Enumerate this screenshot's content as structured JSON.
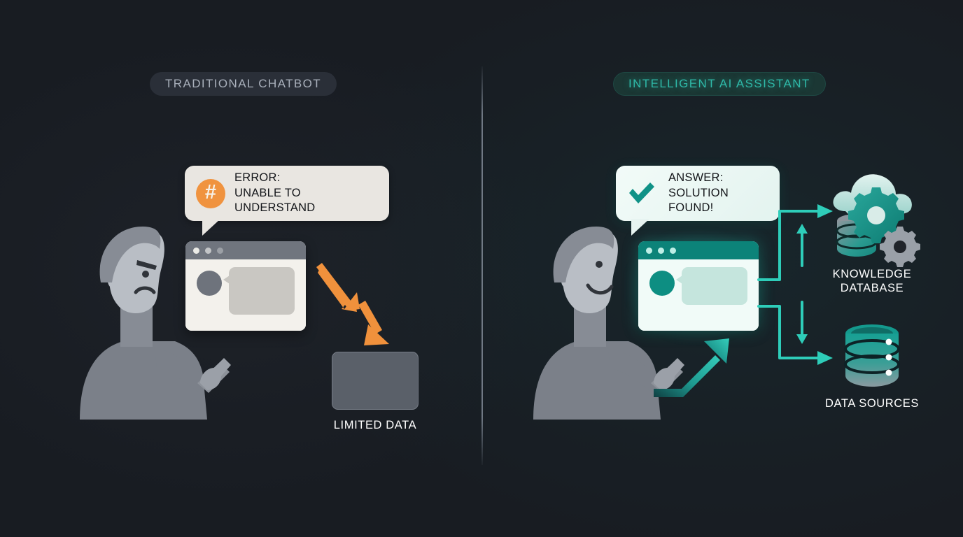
{
  "page": {
    "background_color": "#181c22",
    "divider_color": "#a5afbe"
  },
  "left_panel": {
    "header_pill": {
      "label": "TRADITIONAL CHATBOT",
      "background_color": "#2a2f38",
      "text_color": "#a9b0bb"
    },
    "speech_bubble": {
      "icon": "hash-icon",
      "icon_color": "#f0933f",
      "line1": "ERROR:",
      "line2": "UNABLE TO UNDERSTAND",
      "background_color": "#e9e6e1"
    },
    "person": {
      "name": "frustrated-user",
      "expression": "frowning",
      "color": "#7e838c"
    },
    "window": {
      "name": "chatbot-window",
      "titlebar_color": "#70757e",
      "body_color": "#f3f1ec",
      "dots": [
        "#ebebe6",
        "#c3c5c7",
        "#9ca0a6"
      ]
    },
    "arrow": {
      "name": "declining-arrow",
      "direction": "down",
      "color": "#f0913c"
    },
    "data_block": {
      "label": "LIMITED DATA",
      "fill_color": "#5a6069",
      "border_color": "#767c86"
    }
  },
  "right_panel": {
    "header_pill": {
      "label": "INTELLIGENT AI ASSISTANT",
      "background_color": "#1b3734",
      "text_color": "#2fb9a8"
    },
    "speech_bubble": {
      "icon": "check-icon",
      "icon_color": "#109287",
      "line1": "ANSWER:",
      "line2": "SOLUTION FOUND!",
      "background_color": "#eef8f5"
    },
    "person": {
      "name": "satisfied-user",
      "expression": "smiling",
      "color": "#7e838c"
    },
    "window": {
      "name": "ai-assistant-window",
      "titlebar_color": "#0c8379",
      "body_color": "#f1fbf8",
      "glow_color": "#28d2be",
      "dots": [
        "#bdeee6",
        "#bdeee6",
        "#bdeee6"
      ]
    },
    "arrow": {
      "name": "growth-arrow",
      "direction": "up",
      "color": "#2bbfae"
    },
    "connectors": {
      "color": "#2ecdb9",
      "description": "bracketed data flow paths with arrowheads"
    },
    "nodes": [
      {
        "name": "knowledge-database",
        "label_line1": "KNOWLEDGE",
        "label_line2": "DATABASE",
        "icon": "cloud-gears-database-icon",
        "colors": {
          "cloud": "#cdeae4",
          "gear_primary": "#18968c",
          "gear_secondary": "#9aa0a8",
          "cylinder": "#2d9a90"
        }
      },
      {
        "name": "data-sources",
        "label_line1": "DATA SOURCES",
        "icon": "database-stack-icon",
        "colors": {
          "top": "#17a094",
          "bottom": "#8a9aa0",
          "indicator": "#ffffff"
        }
      }
    ]
  }
}
